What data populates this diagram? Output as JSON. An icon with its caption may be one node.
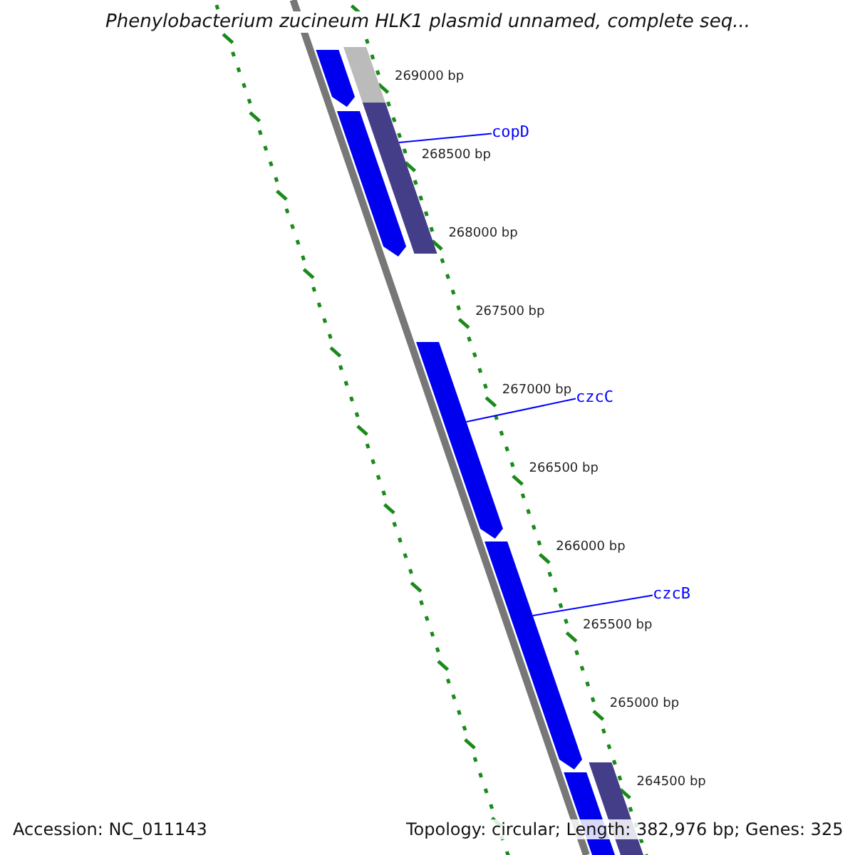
{
  "diagram": {
    "title": "Phenylobacterium zucineum HLK1 plasmid unnamed, complete seq...",
    "nodes": [
      {
        "text": [
          "copD"
        ]
      },
      {
        "text": [
          "czcC"
        ]
      },
      {
        "text": [
          "czcB"
        ]
      },
      {
        "text": [],
        "shape": "bar"
      },
      {
        "text": [],
        "shape": "bar"
      },
      {
        "text": [],
        "shape": "bar"
      }
    ],
    "edges": [
      {
        "from": 0,
        "to": 3,
        "arrow": "none"
      },
      {
        "from": 1,
        "to": 4,
        "arrow": "none"
      },
      {
        "from": 2,
        "to": 5,
        "arrow": "none"
      }
    ],
    "labels": [
      "269000 bp",
      "268500 bp",
      "268000 bp",
      "267500 bp",
      "267000 bp",
      "266500 bp",
      "266000 bp",
      "265500 bp",
      "265000 bp",
      "264500 bp",
      "Accession: NC_011143",
      "Topology: circular; Length: 382,976 bp; Genes: 325"
    ]
  }
}
